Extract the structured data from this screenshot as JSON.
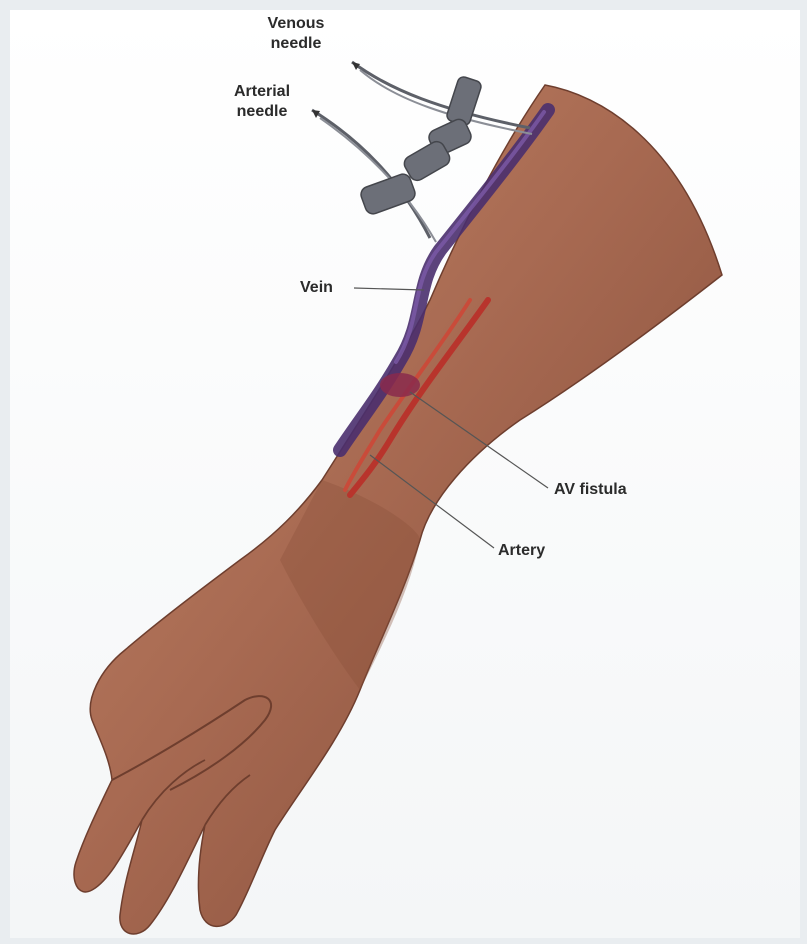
{
  "labels": {
    "venous_needle": [
      "Venous",
      "needle"
    ],
    "arterial_needle": [
      "Arterial",
      "needle"
    ],
    "vein": "Vein",
    "av_fistula": "AV fistula",
    "artery": "Artery"
  },
  "colors": {
    "background": "#e9edf0",
    "panel": "#fbfbfb",
    "skin": "#a86a52",
    "skin_shadow": "#7e4a38",
    "vein": "#4a2f6e",
    "artery": "#b8342c",
    "needle": "#6c6f78",
    "leader_line": "#555555"
  }
}
